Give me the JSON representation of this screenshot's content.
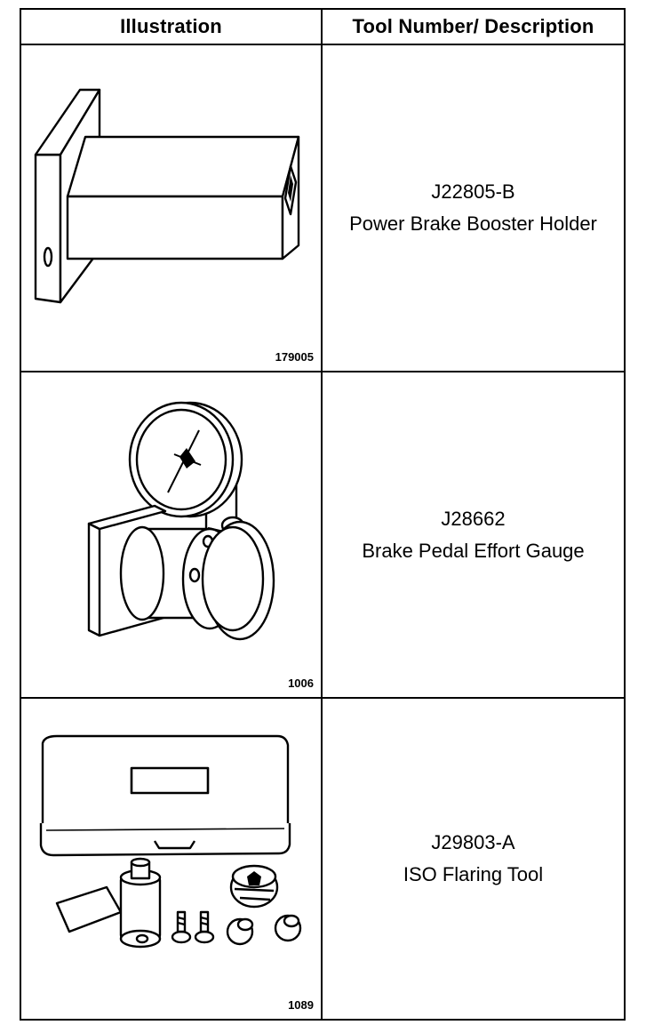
{
  "table": {
    "headers": {
      "illustration": "Illustration",
      "tool": "Tool Number/ Description"
    },
    "rows": [
      {
        "figure_number": "179005",
        "tool_number": "J22805-B",
        "description": "Power Brake Booster Holder"
      },
      {
        "figure_number": "1006",
        "tool_number": "J28662",
        "description": "Brake Pedal Effort Gauge"
      },
      {
        "figure_number": "1089",
        "tool_number": "J29803-A",
        "description": "ISO Flaring Tool"
      }
    ]
  }
}
